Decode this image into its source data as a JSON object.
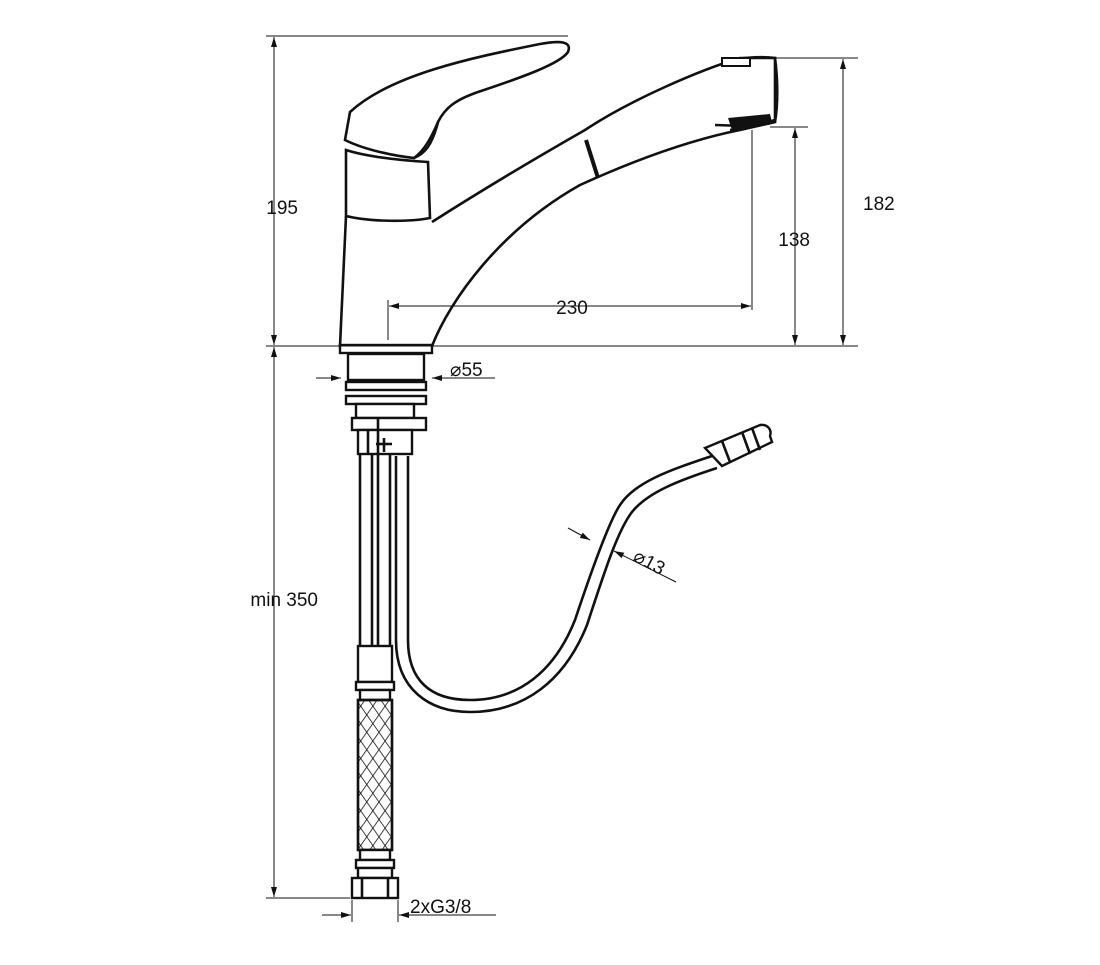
{
  "dimensions": {
    "total_height": "195",
    "spout_height": "182",
    "outlet_height": "138",
    "spout_reach": "230",
    "base_diameter": "⌀55",
    "hose_diameter": "⌀13",
    "hose_length": "min 350",
    "connection": "2xG3/8"
  },
  "colors": {
    "line": "#111111",
    "background": "#ffffff"
  }
}
